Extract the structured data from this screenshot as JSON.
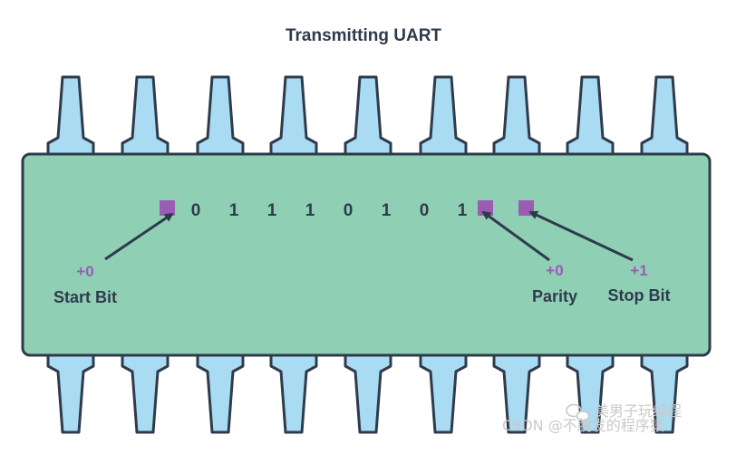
{
  "diagram": {
    "title": "Transmitting UART",
    "data_bits": [
      "0",
      "1",
      "1",
      "1",
      "0",
      "1",
      "0",
      "1"
    ],
    "start_bit": {
      "label": "Start Bit",
      "value": "+0"
    },
    "parity_bit": {
      "label": "Parity",
      "value": "+0"
    },
    "stop_bit": {
      "label": "Stop Bit",
      "value": "+1"
    }
  },
  "watermark": {
    "line1": "美男子玩编程",
    "line2": "CSDN @不脱发的程序猿"
  },
  "colors": {
    "chip_body": "#8fd0b5",
    "pins": "#a9dcf3",
    "outline": "#2f3b4c",
    "marker": "#9b5cb4",
    "title_text": "#2f3b4c"
  },
  "icons": {
    "start_marker": "purple-square",
    "parity_marker": "purple-square",
    "stop_marker": "purple-square",
    "watermark_logo": "wechat-logo-icon"
  }
}
